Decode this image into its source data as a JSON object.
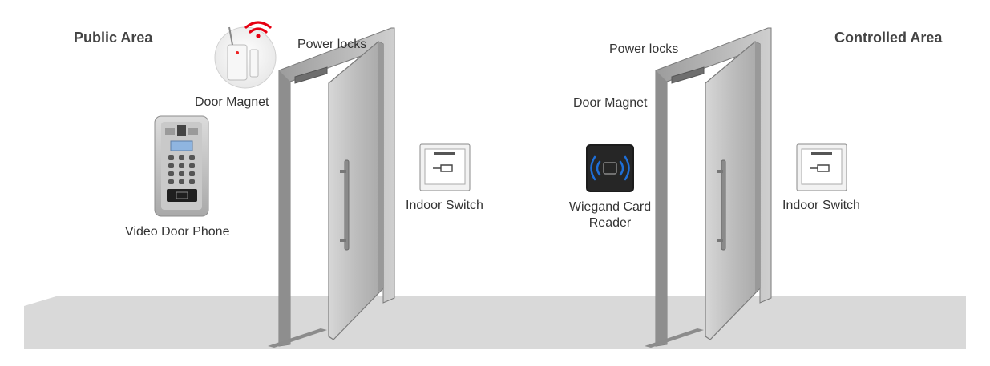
{
  "areas": {
    "public": "Public Area",
    "controlled": "Controlled Area"
  },
  "left_door": {
    "power_locks": "Power locks",
    "door_magnet": "Door Magnet",
    "video_door_phone": "Video Door Phone",
    "indoor_switch": "Indoor Switch"
  },
  "right_door": {
    "power_locks": "Power locks",
    "door_magnet": "Door Magnet",
    "card_reader_line1": "Wiegand Card",
    "card_reader_line2": "Reader",
    "indoor_switch": "Indoor Switch"
  },
  "colors": {
    "floor": "#d9d9d9",
    "frame": "#b3b3b3",
    "door": "#c4c4c4",
    "signal": "#e60012",
    "reader_glow": "#1e6fd9"
  }
}
